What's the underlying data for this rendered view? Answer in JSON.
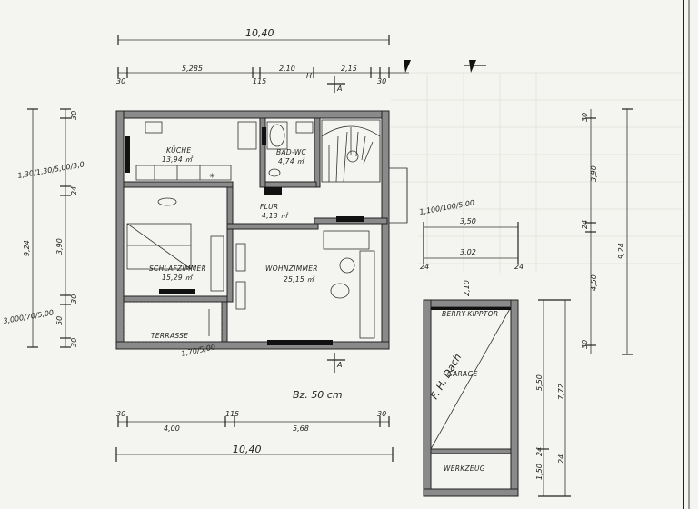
{
  "drawing": {
    "scale_note": "Bz. 50 cm",
    "section_marker": "A",
    "top_title_dimension": "10,40",
    "bottom_total_dimension": "10,40",
    "top_dims": [
      "30",
      "5,285",
      "115",
      "2,10",
      "H",
      "2,15",
      "30"
    ],
    "bottom_dims": [
      "30",
      "4,00",
      "115",
      "5,68",
      "30"
    ],
    "left_dims": [
      "30",
      "24",
      "3,90",
      "30",
      "9,24",
      "50",
      "30"
    ],
    "right_dims": [
      "30",
      "3,90",
      "24",
      "9,24",
      "4,50",
      "30"
    ],
    "window_notes": {
      "left_upper": "1,30/1,30/5,00/3,0",
      "left_lower": "3,000/70/5,00",
      "right_upper": "1,100/100/5,00",
      "terrace": "1,70/5,00"
    },
    "garage_dims": [
      "3,50",
      "3,02",
      "24",
      "2,10",
      "24",
      "5,50",
      "7,72",
      "24",
      "1,50",
      "24"
    ]
  },
  "rooms": [
    {
      "key": "kitchen",
      "name": "KÜCHE",
      "area": "13,94 ㎡"
    },
    {
      "key": "bath",
      "name": "BAD-WC",
      "area": "4,74 ㎡"
    },
    {
      "key": "hall",
      "name": "FLUR",
      "area": "4,13 ㎡"
    },
    {
      "key": "bedroom",
      "name": "SCHLAFZIMMER",
      "area": "15,29 ㎡"
    },
    {
      "key": "living",
      "name": "WOHNZIMMER",
      "area": "25,15 ㎡"
    },
    {
      "key": "terrace",
      "name": "TERRASSE",
      "area": ""
    },
    {
      "key": "garage",
      "name": "GARAGE",
      "area": ""
    },
    {
      "key": "garage_door",
      "name": "BERRY-KIPPTOR",
      "area": ""
    },
    {
      "key": "workshop",
      "name": "WERKZEUG",
      "area": ""
    }
  ],
  "garage_annotation": "F. H. Dach"
}
